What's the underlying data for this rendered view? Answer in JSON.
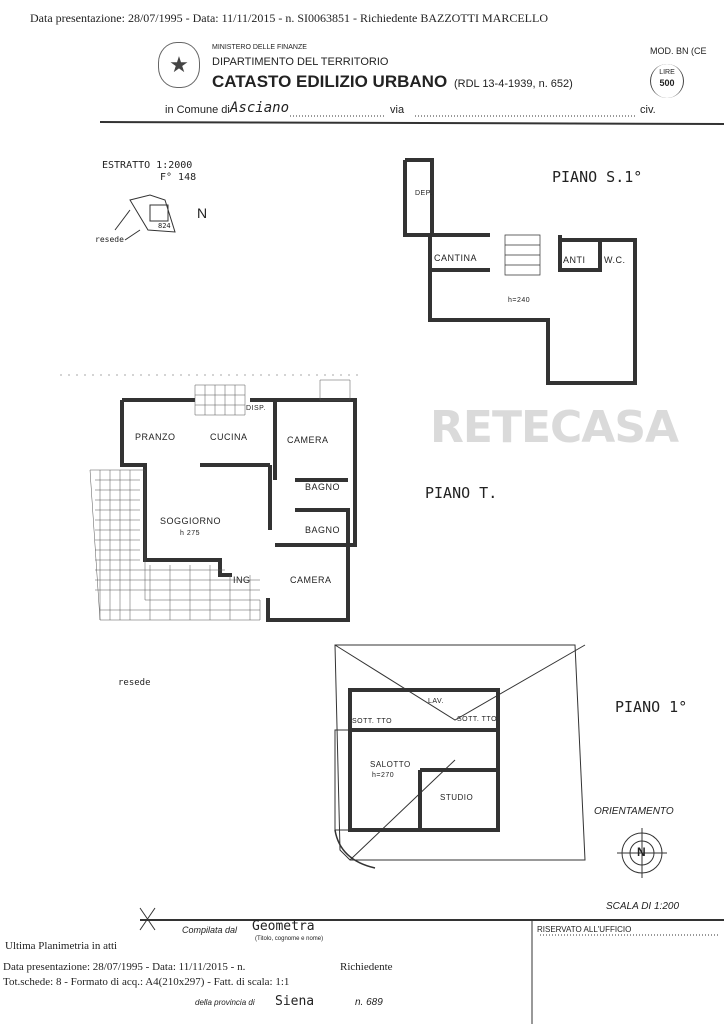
{
  "header_line": "Data presentazione: 28/07/1995 - Data: 11/11/2015 - n. SI0063851 - Richiedente BAZZOTTI MARCELLO",
  "form": {
    "ministry": "MINISTERO DELLE FINANZE",
    "department": "DIPARTIMENTO DEL TERRITORIO",
    "title": "CATASTO EDILIZIO URBANO",
    "law_ref": "(RDL 13-4-1939, n. 652)",
    "model": "MOD. BN (CE",
    "stamp_currency": "LIRE",
    "stamp_value": "500",
    "comune_label": "in Comune di",
    "comune_value": "Asciano",
    "via_label": "via",
    "civ_label": "civ."
  },
  "extract": {
    "title": "ESTRATTO 1:2000",
    "foglio": "F° 148",
    "particella": "824",
    "resede": "resede"
  },
  "floors": {
    "basement": {
      "label": "PIANO S.1°",
      "rooms": [
        "DEP.",
        "CANTINA",
        "ANTI",
        "W.C.",
        "h=240"
      ]
    },
    "ground": {
      "label": "PIANO T.",
      "rooms": [
        "PRANZO",
        "CUCINA",
        "DISP.",
        "CAMERA",
        "BAGNO",
        "BAGNO",
        "SOGGIORNO",
        "h 275",
        "ING",
        "CAMERA"
      ],
      "resede": "resede"
    },
    "first": {
      "label": "PIANO 1°",
      "rooms": [
        "SOTT. TTO",
        "LAV.",
        "SOTT. TTO",
        "SALOTTO",
        "h=270",
        "STUDIO"
      ]
    }
  },
  "orientation_label": "ORIENTAMENTO",
  "scale_label": "SCALA DI 1:200",
  "watermark": "RETECASA",
  "footer": {
    "compiled_label": "Compilata dal",
    "compiled_value": "Geometra",
    "compiled_sub": "(Titolo, cognome e nome)",
    "reserved": "RISERVATO ALL'UFFICIO",
    "last_plan": "Ultima Planimetria in atti",
    "line1": "Data presentazione: 28/07/1995 - Data: 11/11/2015 - n.",
    "requester": "Richiedente",
    "line2": "Tot.schede: 8 - Formato di acq.: A4(210x297) - Fatt. di scala: 1:1",
    "province_label": "della provincia di",
    "province_value": "Siena",
    "number": "n. 689"
  }
}
